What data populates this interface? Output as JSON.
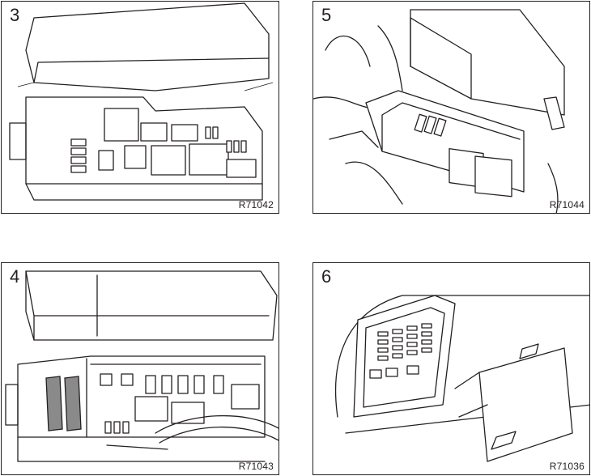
{
  "panels": [
    {
      "step": "3",
      "code": "R71042"
    },
    {
      "step": "5",
      "code": "R71044"
    },
    {
      "step": "4",
      "code": "R71043"
    },
    {
      "step": "6",
      "code": "R71036"
    }
  ]
}
